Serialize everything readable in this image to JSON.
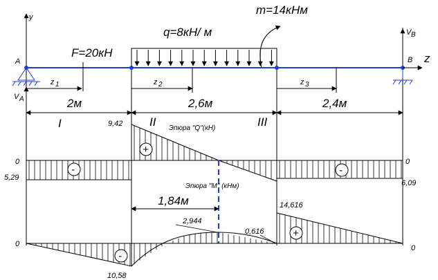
{
  "labels": {
    "axis_y": "y",
    "axis_z": "z",
    "support_a": "A",
    "support_b": "B",
    "reaction_a": "V",
    "reaction_a_sub": "A",
    "reaction_b": "V",
    "reaction_b_sub": "B",
    "force": "F=20кН",
    "distributed_load": "q=8кН/ м",
    "moment": "m=14кНм",
    "z1": "z",
    "z1_sub": "1",
    "z2": "z",
    "z2_sub": "2",
    "z3": "z",
    "z3_sub": "3",
    "span1": "2м",
    "span2": "2,6м",
    "span3": "2,4м",
    "section1": "I",
    "section2": "II",
    "section3": "III",
    "q_title": "Эпюра \"Q\"(кН)",
    "m_title": "Эпюра \"М\" (кНм)",
    "zero_pos": "1,84м"
  },
  "q_diagram": {
    "zero_left": "0",
    "zero_right": "0",
    "v_left": "5,29",
    "v_peak": "9,42",
    "v_right": "6,09",
    "sign_left": "-",
    "sign_mid": "+",
    "sign_right": "-"
  },
  "m_diagram": {
    "zero_left": "0",
    "zero_right": "0",
    "v_min": "10,58",
    "v_max": "2,944",
    "v_right_of_mid": "0,616",
    "v_jump": "14,616",
    "sign_left": "-",
    "sign_right": "+"
  },
  "colors": {
    "beam": "#1f3fd0",
    "line": "#000000",
    "dashed": "#1f3fd0"
  }
}
